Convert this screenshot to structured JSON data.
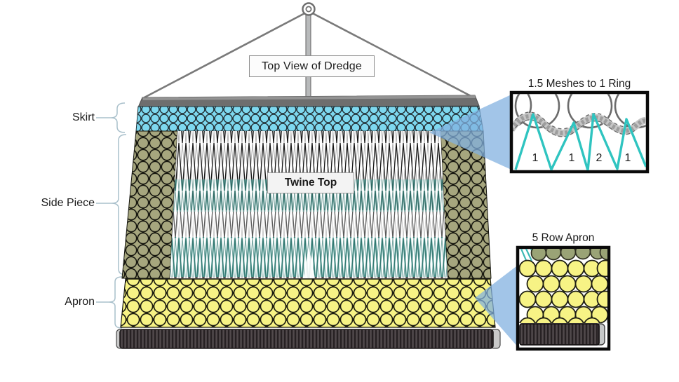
{
  "title": "Top View of Dredge",
  "labels": {
    "skirt": "Skirt",
    "side_piece": "Side Piece",
    "apron": "Apron",
    "twine_top": "Twine Top"
  },
  "insets": {
    "mesh": {
      "title": "1.5 Meshes to 1 Ring",
      "counts": [
        "1",
        "1",
        "2",
        "1"
      ]
    },
    "apron": {
      "title": "5 Row Apron"
    }
  },
  "colors": {
    "accent_blue": "#82b1e0",
    "skirt_ring": "#7ed8ef",
    "skirt_bg": "#87a8b0",
    "side_ring": "#a6a67e",
    "side_bg": "#5f6048",
    "apron_ring": "#f7f385",
    "apron_bg": "#b0ad74",
    "twine_black": "#161616",
    "twine_teal": "#3f9d94",
    "mesh_teal": "#2fc4c0",
    "bar_gray": "#6e6e6e",
    "stick_dark": "#443d40",
    "stick_rib": "#272123",
    "brace_line": "#a9c0cb",
    "rope_gray": "#7a7a7a",
    "outline": "#111111"
  }
}
